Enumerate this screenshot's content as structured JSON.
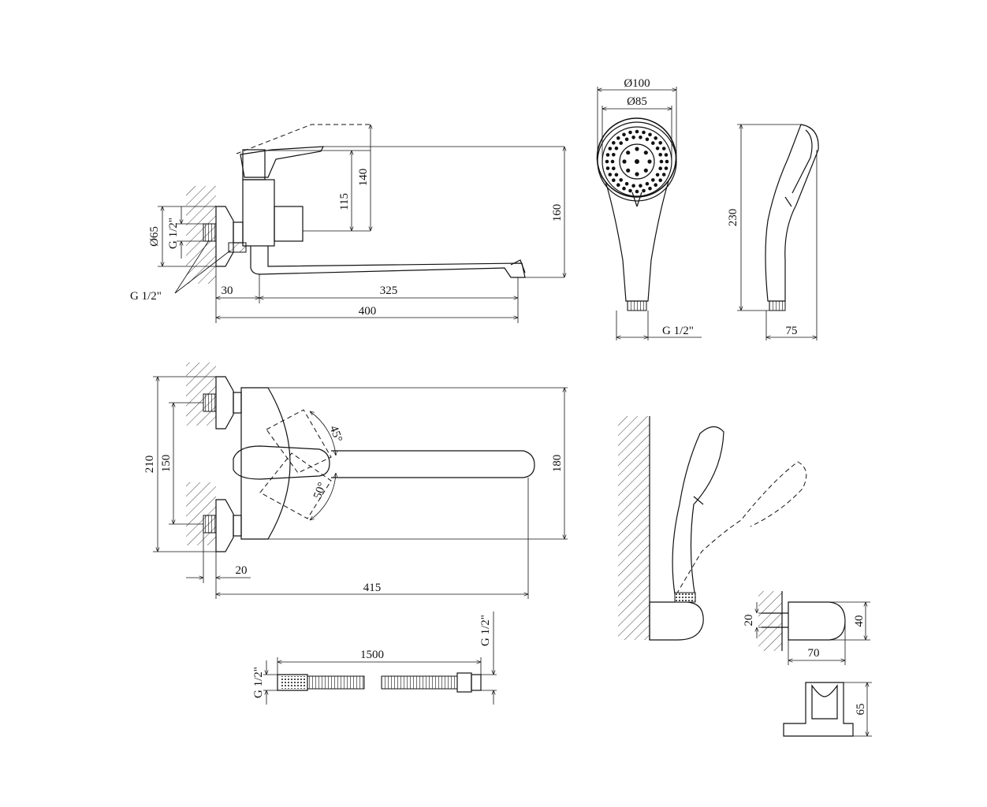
{
  "side_view": {
    "dim_115": "115",
    "dim_140": "140",
    "dim_160": "160",
    "dim_d65": "Ø65",
    "dim_g12_inlet": "G 1/2\"",
    "dim_g12_outlet": "G 1/2\"",
    "dim_30": "30",
    "dim_325": "325",
    "dim_400": "400"
  },
  "shower_head_front": {
    "dim_d100": "Ø100",
    "dim_d85": "Ø85",
    "dim_g12": "G 1/2\""
  },
  "shower_head_side": {
    "dim_230": "230",
    "dim_75": "75"
  },
  "top_view": {
    "dim_210": "210",
    "dim_150": "150",
    "dim_180": "180",
    "angle_45": "45°",
    "angle_50": "50°",
    "dim_20": "20",
    "dim_415": "415"
  },
  "hose": {
    "dim_1500": "1500",
    "dim_g12_left": "G 1/2\"",
    "dim_g12_right": "G 1/2\""
  },
  "holder": {
    "dim_20": "20",
    "dim_40": "40",
    "dim_70": "70",
    "dim_65": "65"
  }
}
